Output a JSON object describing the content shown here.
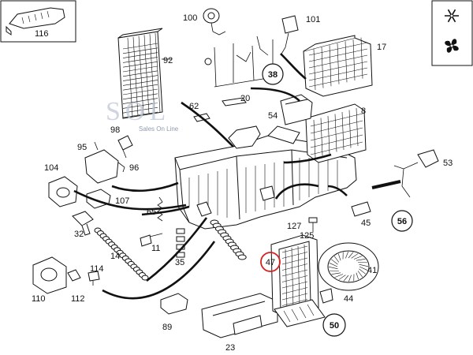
{
  "watermark": {
    "brand": "SOL",
    "tagline": "Sales On Line"
  },
  "inset_label": "116",
  "icons": {
    "snowflake": "snowflake-icon",
    "fan": "fan-icon"
  },
  "part_labels": [
    {
      "id": "p100",
      "text": "100"
    },
    {
      "id": "p101",
      "text": "101"
    },
    {
      "id": "p92",
      "text": "92"
    },
    {
      "id": "p17",
      "text": "17"
    },
    {
      "id": "p20",
      "text": "20"
    },
    {
      "id": "p62",
      "text": "62"
    },
    {
      "id": "p54",
      "text": "54"
    },
    {
      "id": "p8",
      "text": "8"
    },
    {
      "id": "p98",
      "text": "98"
    },
    {
      "id": "p95",
      "text": "95"
    },
    {
      "id": "p96",
      "text": "96"
    },
    {
      "id": "p104",
      "text": "104"
    },
    {
      "id": "p107",
      "text": "107"
    },
    {
      "id": "p65",
      "text": "65"
    },
    {
      "id": "p32",
      "text": "32"
    },
    {
      "id": "p14",
      "text": "14"
    },
    {
      "id": "p11",
      "text": "11"
    },
    {
      "id": "p35",
      "text": "35"
    },
    {
      "id": "p127",
      "text": "127"
    },
    {
      "id": "p125",
      "text": "125"
    },
    {
      "id": "p45",
      "text": "45"
    },
    {
      "id": "p53",
      "text": "53"
    },
    {
      "id": "p114",
      "text": "114"
    },
    {
      "id": "p110",
      "text": "110"
    },
    {
      "id": "p112",
      "text": "112"
    },
    {
      "id": "p89",
      "text": "89"
    },
    {
      "id": "p23",
      "text": "23"
    },
    {
      "id": "p41",
      "text": "41"
    },
    {
      "id": "p44",
      "text": "44"
    }
  ],
  "circled_labels": [
    {
      "id": "c38",
      "text": "38"
    },
    {
      "id": "c56",
      "text": "56"
    },
    {
      "id": "c50",
      "text": "50"
    },
    {
      "id": "c47",
      "text": "47"
    }
  ],
  "highlight_color": "#d62020"
}
